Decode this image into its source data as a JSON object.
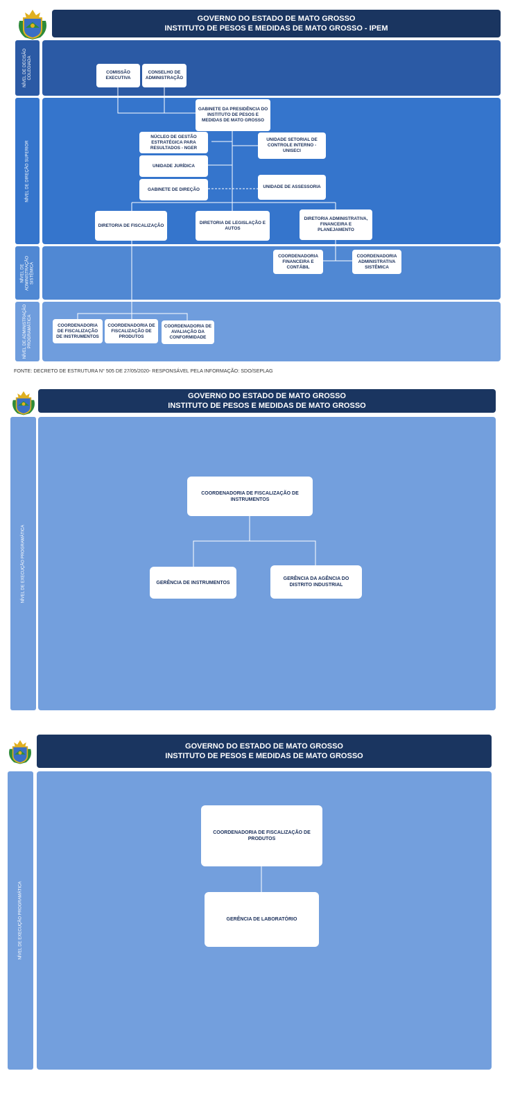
{
  "colors": {
    "header": "#1a3560",
    "band_decisao": "#2b5aa5",
    "band_direcao": "#3575cc",
    "band_adm_sistemica": "#5088d3",
    "band_adm_programatica": "#6f9ddd",
    "band_execucao": "#739fdd"
  },
  "page1": {
    "header": {
      "line1": "GOVERNO DO ESTADO DE MATO GROSSO",
      "line2": "INSTITUTO DE PESOS E MEDIDAS DE MATO GROSSO - IPEM"
    },
    "levels": {
      "decisao": "NÍVEL DE DECISÃO COLEGIADA",
      "direcao": "NÍVEL DE DIREÇÃO SUPERIOR",
      "adm_sistemica": "NÍVEL DE ADMINISTRAÇÃO SISTÊMICA",
      "adm_programatica": "NÍVEL DE ADMINISTRAÇÃO PROGRAMÁTICA"
    },
    "boxes": {
      "comissao": "COMISSÃO EXECUTIVA",
      "conselho": "CONSELHO DE ADMINISTRAÇÃO",
      "gabinete_presidencia": "GABINETE DA PRESIDÊNCIA DO INSTITUTO DE PESOS E MEDIDAS DE MATO GROSSO",
      "nucleo": "NÚCLEO DE GESTÃO ESTRATÉGICA PARA RESULTADOS - NGER",
      "unidade_setorial": "UNIDADE SETORIAL DE CONTROLE INTERNO - UNISECI",
      "unidade_juridica": "UNIDADE JURÍDICA",
      "gabinete_direcao": "GABINETE DE DIREÇÃO",
      "unidade_assessoria": "UNIDADE DE ASSESSORIA",
      "dir_fiscalizacao": "DIRETORIA DE FISCALIZAÇÃO",
      "dir_legislacao": "DIRETORIA DE LEGISLAÇÃO E AUTOS",
      "dir_administrativa": "DIRETORIA ADMINISTRATIVA, FINANCEIRA E PLANEJAMENTO",
      "coord_financeira": "COORDENADORIA FINANCEIRA E CONTÁBIL",
      "coord_administrativa": "COORDENADORIA ADMINISTRATIVA SISTÊMICA",
      "coord_fisc_instrumentos": "COORDENADORIA DE FISCALIZAÇÃO DE INSTRUMENTOS",
      "coord_fisc_produtos": "COORDENADORIA DE FISCALIZAÇÃO DE PRODUTOS",
      "coord_avaliacao": "COORDENADORIA DE AVALIAÇÃO DA CONFORMIDADE"
    },
    "source": "FONTE: DECRETO DE ESTRUTURA N° 505 DE 27/05/2020- RESPONSÁVEL PELA INFORMAÇÃO: SDO/SEPLAG"
  },
  "page2": {
    "header": {
      "line1": "GOVERNO DO ESTADO DE MATO GROSSO",
      "line2": "INSTITUTO DE PESOS E MEDIDAS DE MATO GROSSO"
    },
    "level": "NÍVEL DE EXECUÇÃO PROGRAMÁTICA",
    "boxes": {
      "coord": "COORDENADORIA DE FISCALIZAÇÃO DE INSTRUMENTOS",
      "gerencia_instrumentos": "GERÊNCIA DE INSTRUMENTOS",
      "gerencia_agencia": "GERÊNCIA DA AGÊNCIA DO DISTRITO INDUSTRIAL"
    }
  },
  "page3": {
    "header": {
      "line1": "GOVERNO DO ESTADO DE MATO GROSSO",
      "line2": "INSTITUTO DE PESOS E MEDIDAS DE MATO GROSSO"
    },
    "level": "NÍVEL DE EXECUÇÃO PROGRAMÁTICA",
    "boxes": {
      "coord": "COORDENADORIA DE FISCALIZAÇÃO DE PRODUTOS",
      "gerencia_laboratorio": "GERÊNCIA DE LABORATÓRIO"
    }
  }
}
